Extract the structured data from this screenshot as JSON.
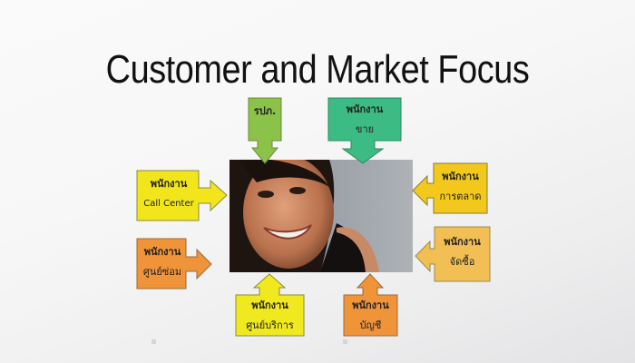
{
  "slide": {
    "title": "Customer and Market Focus",
    "center_image": {
      "description": "smiling woman photo",
      "alt": "customer"
    },
    "callouts": [
      {
        "id": "security",
        "line1": "รปภ.",
        "line2": "",
        "color": "#8bc34a",
        "direction": "down"
      },
      {
        "id": "sales",
        "line1": "พนักงาน",
        "line2": "ขาย",
        "color": "#3dbb84",
        "direction": "down"
      },
      {
        "id": "call-center",
        "line1": "พนักงาน",
        "line2": "Call Center",
        "color": "#f2e51c",
        "direction": "right"
      },
      {
        "id": "repair-center",
        "line1": "พนักงาน",
        "line2": "ศูนย์ซ่อม",
        "color": "#f0943a",
        "direction": "right"
      },
      {
        "id": "marketing",
        "line1": "พนักงาน",
        "line2": "การตลาด",
        "color": "#f2c81c",
        "direction": "left"
      },
      {
        "id": "purchasing",
        "line1": "พนักงาน",
        "line2": "จัดซื้อ",
        "color": "#f2bf55",
        "direction": "left"
      },
      {
        "id": "service-center",
        "line1": "พนักงาน",
        "line2": "ศูนย์บริการ",
        "color": "#f0e91f",
        "direction": "up"
      },
      {
        "id": "accounting",
        "line1": "พนักงาน",
        "line2": "บัญชี",
        "color": "#f0943a",
        "direction": "up"
      }
    ],
    "colors": {
      "border": "#8a8a6a",
      "title": "#111111"
    }
  }
}
